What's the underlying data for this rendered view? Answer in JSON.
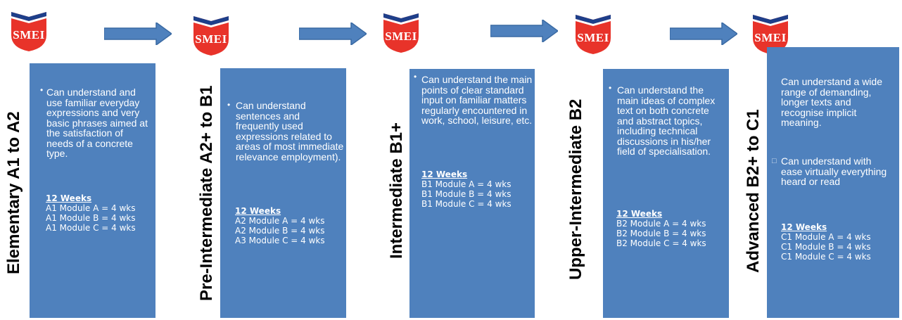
{
  "logo_text": "SMEI",
  "colors": {
    "box": "#4f81bd",
    "arrow": "#4f81bd",
    "shield_red": "#e8332a",
    "shield_blue": "#1e3f8a"
  },
  "stages": [
    {
      "title": "Elementary A1 to A2",
      "description": [
        "Can understand and use familiar everyday expressions and very basic phrases aimed at the satisfaction of needs of a concrete type."
      ],
      "weeks": "12 Weeks",
      "modules": [
        "A1 Module A  = 4 wks",
        "A1 Module B = 4 wks",
        "A1 Module C = 4 wks"
      ]
    },
    {
      "title": "Pre-Intermediate A2+ to B1",
      "description": [
        "Can understand sentences and frequently used expressions related to areas of most immediate relevance employment)."
      ],
      "weeks": "12 Weeks",
      "modules": [
        "A2 Module A  = 4 wks",
        "A2 Module B = 4 wks",
        "A3 Module C = 4 wks"
      ]
    },
    {
      "title": "Intermediate B1+",
      "description": [
        "Can understand the main points of clear standard input on familiar matters regularly encountered in work, school, leisure, etc."
      ],
      "weeks": "12 Weeks",
      "modules": [
        "B1 Module A  = 4 wks",
        "B1 Module B = 4 wks",
        "B1 Module C = 4 wks"
      ]
    },
    {
      "title": "Upper-Intermediate B2",
      "description": [
        "Can understand the main ideas of complex text on both concrete and abstract topics, including technical discussions in his/her field of specialisation."
      ],
      "weeks": "12 Weeks",
      "modules": [
        "B2 Module A  = 4 wks",
        "B2 Module B = 4 wks",
        "B2 Module C = 4 wks"
      ]
    },
    {
      "title": "Advanced B2+ to C1",
      "description": [
        "Can understand a wide range of demanding,  longer texts and recognise implicit meaning.",
        "Can understand with ease virtually everything heard or read"
      ],
      "weeks": "12 Weeks",
      "modules": [
        "C1 Module A  = 4 wks",
        "C1 Module B = 4 wks",
        "C1 Module C = 4 wks"
      ]
    }
  ]
}
